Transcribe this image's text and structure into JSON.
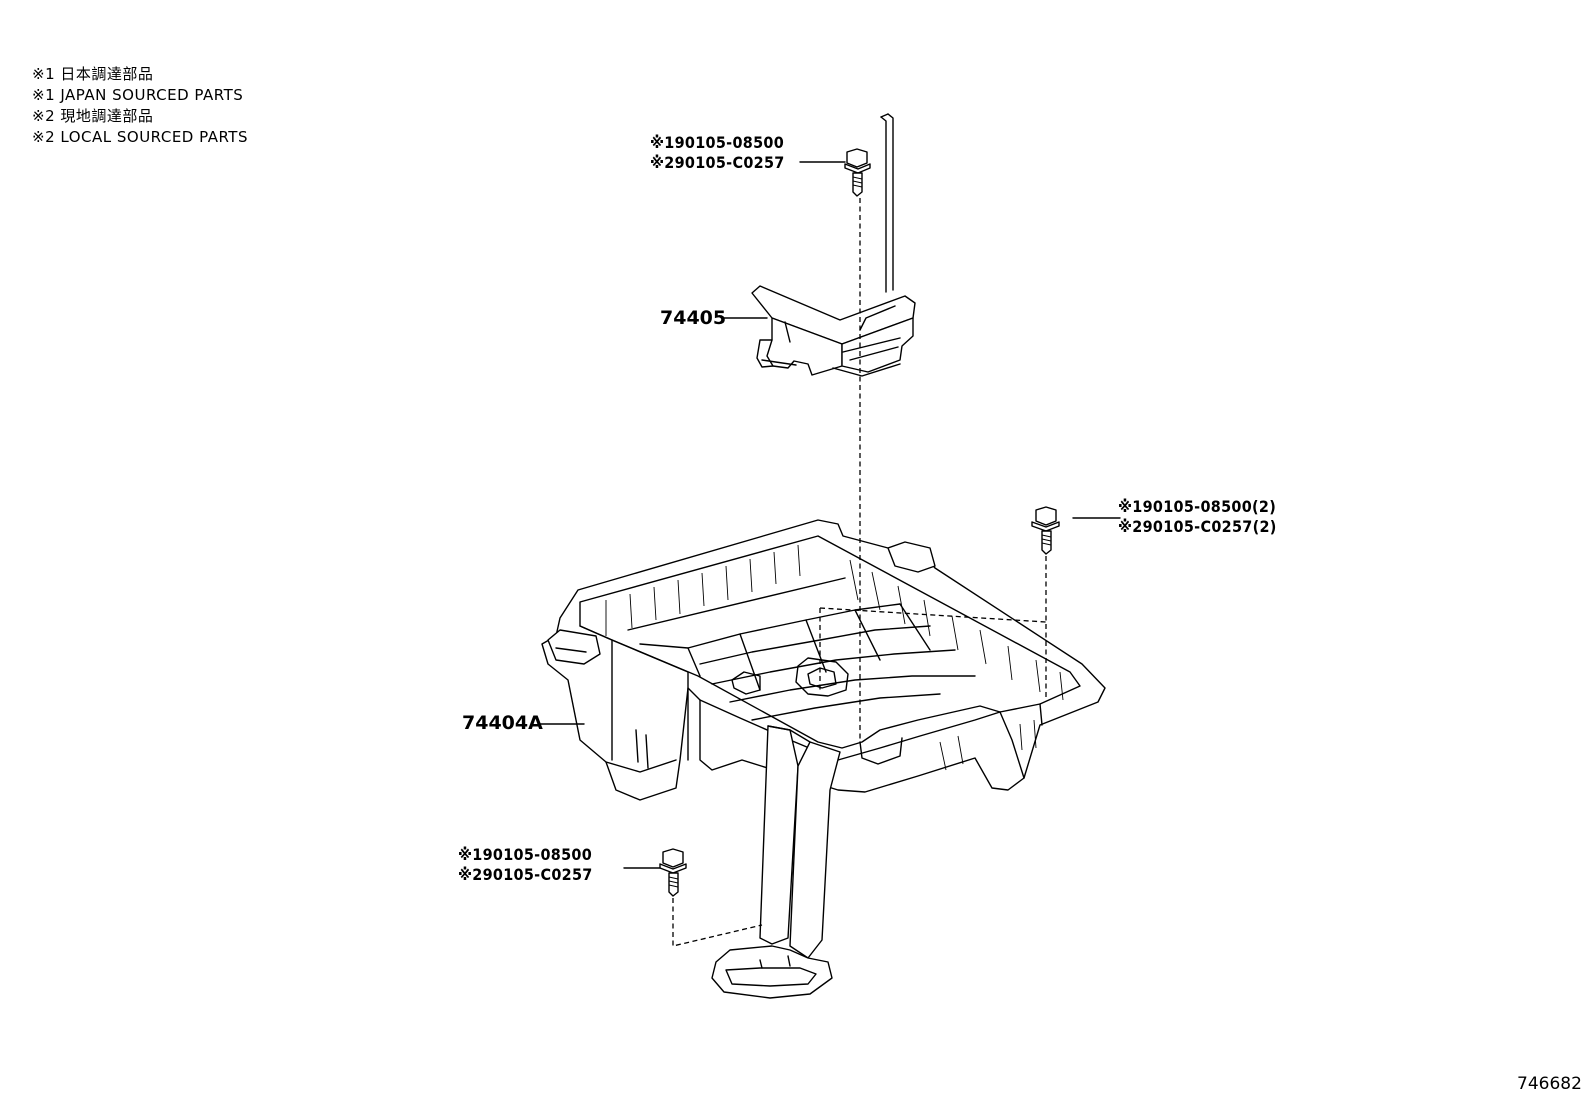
{
  "legend": [
    "※1 日本調達部品",
    "※1 JAPAN SOURCED PARTS",
    "※2 現地調達部品",
    "※2 LOCAL SOURCED PARTS"
  ],
  "callouts": {
    "bolt_top": [
      "※190105-08500",
      "※290105-C0257"
    ],
    "bolt_right": [
      "※190105-08500(2)",
      "※290105-C0257(2)"
    ],
    "bolt_bottom": [
      "※190105-08500",
      "※290105-C0257"
    ]
  },
  "parts": {
    "clamp": "74405",
    "tray": "74404A"
  },
  "illustration_number": "746682"
}
